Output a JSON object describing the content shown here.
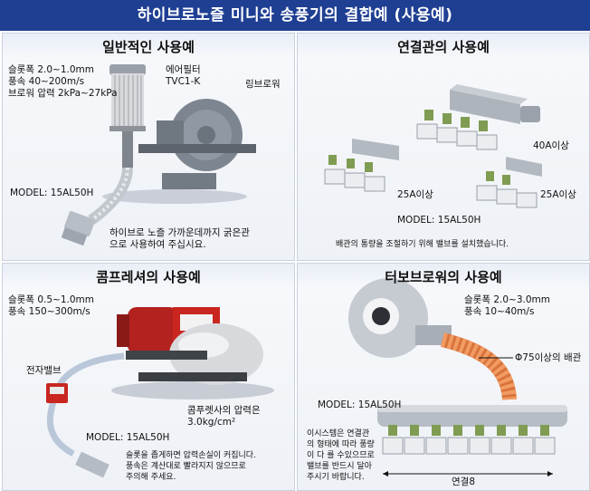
{
  "header": {
    "title": "하이브로노즐 미니와 송풍기의 결합예 (사용예)"
  },
  "panels": {
    "general": {
      "title": "일반적인 사용예",
      "spec_line1": "슬롯폭 2.0~1.0mm",
      "spec_line2": "풍속 40~200m/s",
      "spec_line3": "브로워 압력 2kPa~27kPa",
      "air_filter": "에어필터",
      "air_filter_model": "TVC1-K",
      "ring_blower": "링브로워",
      "model": "MODEL: 15AL50H",
      "note_line1": "하이브로 노즐 가까운데까지 굵은관",
      "note_line2": "으로 사용하여 주십시요."
    },
    "pipe": {
      "title": "연결관의 사용예",
      "size_40a": "40A이상",
      "size_25a_left": "25A이상",
      "size_25a_right": "25A이상",
      "model": "MODEL: 15AL50H",
      "note": "배관의 통량을 조절하기 위해 밸브를 설치했습니다."
    },
    "compressor": {
      "title": "콤프레셔의 사용예",
      "spec_line1": "슬롯폭 0.5~1.0mm",
      "spec_line2": "풍속 150~300m/s",
      "solenoid_valve": "전자밸브",
      "pressure_line1": "콤푸렛사의 압력은",
      "pressure_line2": "3.0kg/cm²",
      "model": "MODEL: 15AL50H",
      "note_line1": "슬롯을 좁게하면 압력손실이 커집니다.",
      "note_line2": "풍속은 계산대로 빨라지지 않으므로",
      "note_line3": "주의해 주세요."
    },
    "turbo": {
      "title": "터보브로워의 사용예",
      "spec_line1": "슬롯폭 2.0~3.0mm",
      "spec_line2": "풍속 10~40m/s",
      "pipe_label": "Φ75이상의 배관",
      "model": "MODEL: 15AL50H",
      "note_line1": "이시스템은 연결관",
      "note_line2": "의 형태에 따라 풍량",
      "note_line3": "이 다 를 수있으므로",
      "note_line4": "밸브를 반드시 달아",
      "note_line5": "주시기 바랍니다.",
      "connector_count": "연결8"
    }
  }
}
